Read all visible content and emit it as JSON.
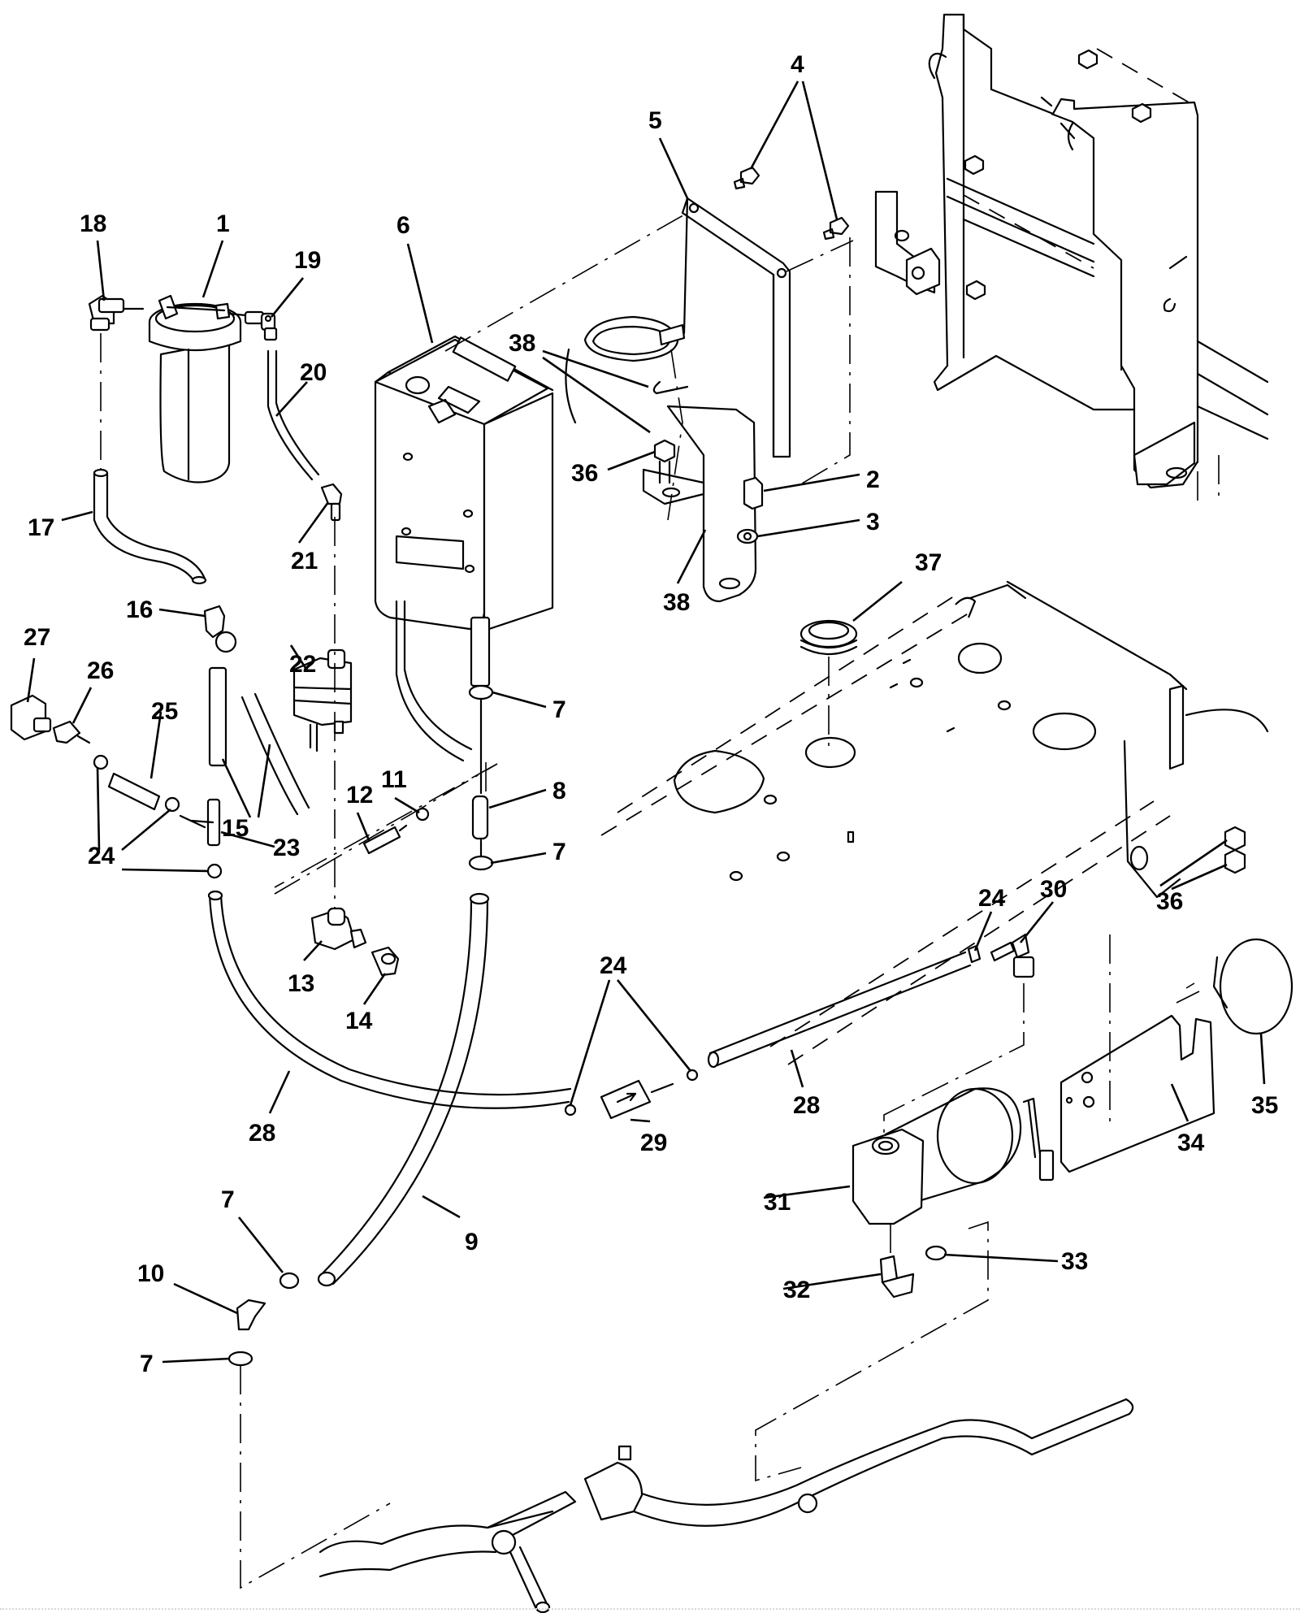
{
  "figure": {
    "type": "exploded-parts-diagram",
    "subject": "Water/coolant pump, filter and controller plumbing assembly"
  },
  "callouts": [
    {
      "id": "c1",
      "label": "1",
      "part": "filter-housing"
    },
    {
      "id": "c2",
      "label": "2",
      "part": "bolt"
    },
    {
      "id": "c3",
      "label": "3",
      "part": "washer"
    },
    {
      "id": "c4",
      "label": "4",
      "part": "screws"
    },
    {
      "id": "c5",
      "label": "5",
      "part": "mounting-bracket"
    },
    {
      "id": "c6",
      "label": "6",
      "part": "controller-module"
    },
    {
      "id": "c7a",
      "label": "7",
      "part": "hose-clamp"
    },
    {
      "id": "c7b",
      "label": "7",
      "part": "hose-clamp"
    },
    {
      "id": "c7c",
      "label": "7",
      "part": "hose-clamp"
    },
    {
      "id": "c7d",
      "label": "7",
      "part": "hose-clamp"
    },
    {
      "id": "c8",
      "label": "8",
      "part": "hose-connector"
    },
    {
      "id": "c9",
      "label": "9",
      "part": "hose"
    },
    {
      "id": "c10",
      "label": "10",
      "part": "elbow-fitting"
    },
    {
      "id": "c11",
      "label": "11",
      "part": "clamp"
    },
    {
      "id": "c12",
      "label": "12",
      "part": "check-valve"
    },
    {
      "id": "c13",
      "label": "13",
      "part": "tee-fitting"
    },
    {
      "id": "c14",
      "label": "14",
      "part": "elbow-fitting"
    },
    {
      "id": "c15",
      "label": "15",
      "part": "tubes"
    },
    {
      "id": "c16",
      "label": "16",
      "part": "elbow-fitting"
    },
    {
      "id": "c17",
      "label": "17",
      "part": "tube"
    },
    {
      "id": "c18",
      "label": "18",
      "part": "elbow-fitting"
    },
    {
      "id": "c19",
      "label": "19",
      "part": "elbow-fitting"
    },
    {
      "id": "c20",
      "label": "20",
      "part": "tube"
    },
    {
      "id": "c21",
      "label": "21",
      "part": "elbow-fitting"
    },
    {
      "id": "c22",
      "label": "22",
      "part": "solenoid-valve"
    },
    {
      "id": "c23",
      "label": "23",
      "part": "tee-connector"
    },
    {
      "id": "c24a",
      "label": "24",
      "part": "clamps"
    },
    {
      "id": "c24b",
      "label": "24",
      "part": "clamps"
    },
    {
      "id": "c24c",
      "label": "24",
      "part": "clamp"
    },
    {
      "id": "c25",
      "label": "25",
      "part": "hose"
    },
    {
      "id": "c26",
      "label": "26",
      "part": "barb-fitting"
    },
    {
      "id": "c27",
      "label": "27",
      "part": "pressure-switch"
    },
    {
      "id": "c28a",
      "label": "28",
      "part": "hose"
    },
    {
      "id": "c28b",
      "label": "28",
      "part": "hose"
    },
    {
      "id": "c29",
      "label": "29",
      "part": "inline-filter"
    },
    {
      "id": "c30",
      "label": "30",
      "part": "elbow-fitting"
    },
    {
      "id": "c31",
      "label": "31",
      "part": "pump"
    },
    {
      "id": "c32",
      "label": "32",
      "part": "elbow-fitting"
    },
    {
      "id": "c33",
      "label": "33",
      "part": "clamp"
    },
    {
      "id": "c34",
      "label": "34",
      "part": "pump-bracket"
    },
    {
      "id": "c35",
      "label": "35",
      "part": "band-clamp"
    },
    {
      "id": "c36a",
      "label": "36",
      "part": "bolt"
    },
    {
      "id": "c36b",
      "label": "36",
      "part": "bolts"
    },
    {
      "id": "c37",
      "label": "37",
      "part": "grommet"
    },
    {
      "id": "c38a",
      "label": "38",
      "part": "clips"
    },
    {
      "id": "c38b",
      "label": "38",
      "part": "clip"
    }
  ]
}
